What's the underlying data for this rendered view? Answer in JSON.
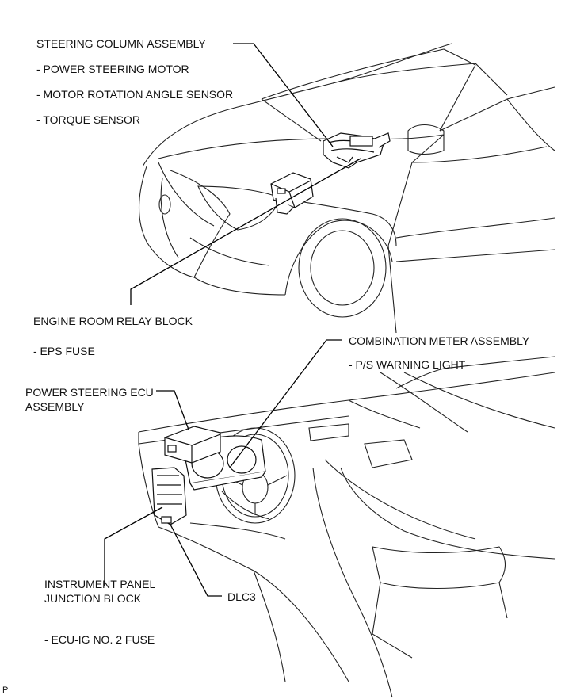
{
  "labels": {
    "steering_column": "STEERING COLUMN ASSEMBLY",
    "power_steering_motor": "- POWER STEERING MOTOR",
    "motor_rotation_sensor": "- MOTOR ROTATION ANGLE SENSOR",
    "torque_sensor": "- TORQUE SENSOR",
    "engine_room_relay": "ENGINE ROOM RELAY BLOCK",
    "eps_fuse": "- EPS FUSE",
    "combination_meter": "COMBINATION METER ASSEMBLY",
    "ps_warning_light": "- P/S WARNING LIGHT",
    "ps_ecu_line1": "POWER STEERING ECU",
    "ps_ecu_line2": "ASSEMBLY",
    "ip_junction_line1": "INSTRUMENT PANEL",
    "ip_junction_line2": "JUNCTION BLOCK",
    "dlc3": "DLC3",
    "ecu_ig_fuse": "- ECU-IG NO. 2 FUSE",
    "corner_mark": "P"
  }
}
